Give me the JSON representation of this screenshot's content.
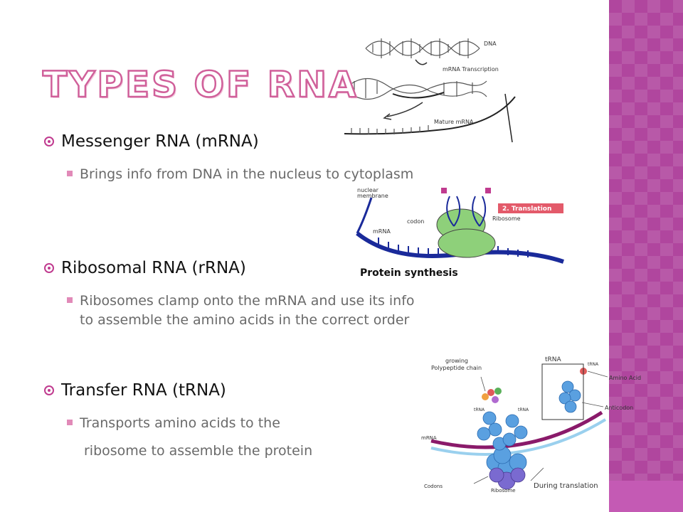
{
  "slide": {
    "title": "Types of RNA",
    "items": [
      {
        "heading": "Messenger RNA (mRNA)",
        "detail": "Brings info from DNA in the nucleus to cytoplasm"
      },
      {
        "heading": "Ribosomal RNA (rRNA)",
        "detail_lines": [
          "Ribosomes clamp onto the mRNA and use its info",
          "to assemble the amino acids in the correct order"
        ]
      },
      {
        "heading": "Transfer RNA (tRNA)",
        "detail_lines": [
          "Transports amino acids to the",
          "ribosome to assemble the protein"
        ]
      }
    ]
  },
  "figure_dna": {
    "label_dna": "DNA",
    "label_transcription": "mRNA Transcription",
    "label_mature": "Mature mRNA"
  },
  "figure_ribosome": {
    "label_nuclear": "nuclear",
    "label_membrane": "membrane",
    "label_codon": "codon",
    "label_mrna": "mRNA",
    "label_ribosome": "Ribosome",
    "label_translation": "2. Translation",
    "caption": "Protein synthesis"
  },
  "figure_trna": {
    "label_growing": "growing",
    "label_polypeptide": "Polypeptide chain",
    "label_trna": "tRNA",
    "label_trna1": "tRNA",
    "label_trna2": "tRNA",
    "label_trna3": "tRNA",
    "label_amino": "Amino Acid",
    "label_anticodon": "Anticodon",
    "label_mrna": "mRNA",
    "label_codons": "Codons",
    "label_ribosome": "Ribosome",
    "caption": "During translation"
  },
  "colors": {
    "accent": "#c03b8f",
    "panel": "#b0469e",
    "title_stroke": "#d0609a"
  }
}
